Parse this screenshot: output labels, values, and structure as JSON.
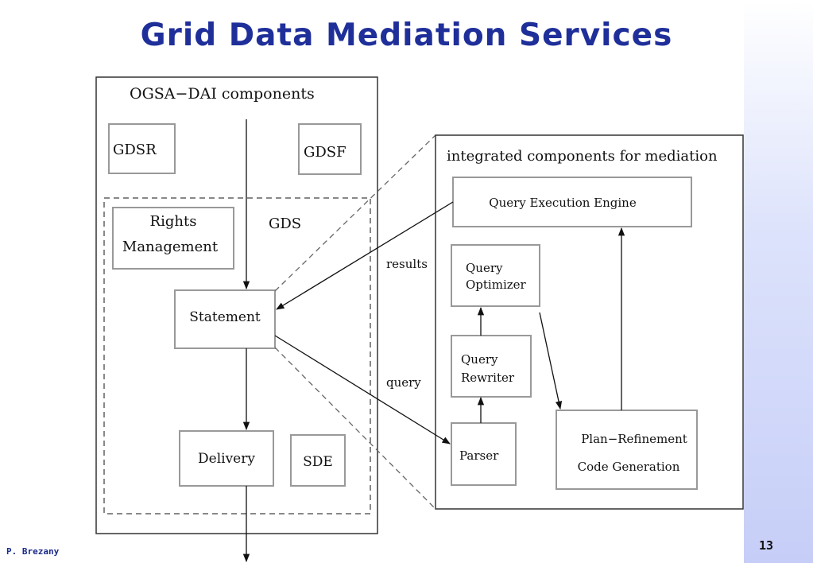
{
  "title": "Grid Data Mediation Services",
  "footer": {
    "author": "P. Brezany",
    "page_number": "13"
  },
  "diagram": {
    "ogsa_label": "OGSA−DAI components",
    "gdsr": "GDSR",
    "gdsf": "GDSF",
    "rights_line1": "Rights",
    "rights_line2": "Management",
    "gds": "GDS",
    "statement": "Statement",
    "delivery": "Delivery",
    "sde": "SDE",
    "mediation_label": "integrated components for mediation",
    "query_exec": "Query Execution Engine",
    "optimizer_line1": "Query",
    "optimizer_line2": "Optimizer",
    "rewriter_line1": "Query",
    "rewriter_line2": "Rewriter",
    "parser": "Parser",
    "plan_line1": "Plan−Refinement",
    "plan_line2": "Code Generation",
    "results": "results",
    "query": "query"
  }
}
